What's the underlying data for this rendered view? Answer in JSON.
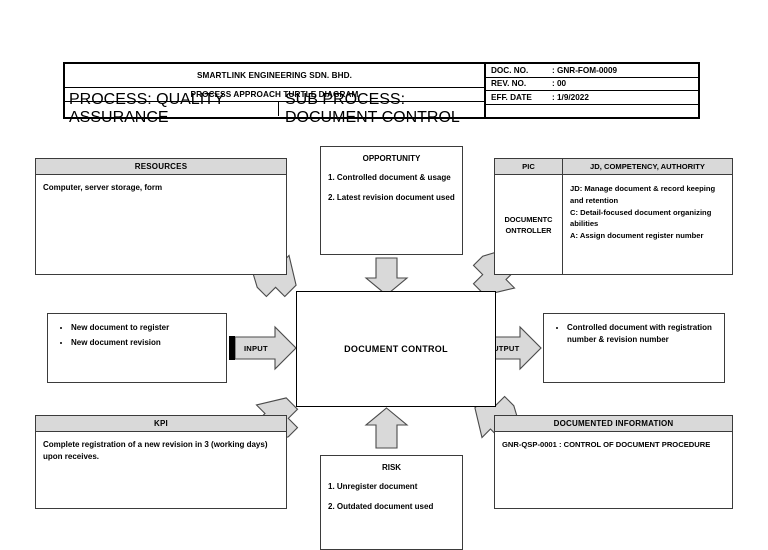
{
  "header": {
    "company": "SMARTLINK ENGINEERING SDN. BHD.",
    "doc_title": "PROCESS APPROACH TURTLE DIAGRAM",
    "process": "PROCESS: QUALITY ASSURANCE",
    "sub_process": "SUB PROCESS: DOCUMENT CONTROL",
    "fields": [
      {
        "label": "DOC. NO.",
        "value": ": GNR-FOM-0009"
      },
      {
        "label": "REV. NO.",
        "value": ": 00"
      },
      {
        "label": "EFF. DATE",
        "value": ": 1/9/2022"
      },
      {
        "label": "",
        "value": ""
      }
    ]
  },
  "diagram": {
    "center": "DOCUMENT CONTROL",
    "resources": {
      "title": "RESOURCES",
      "text": "Computer, server storage, form"
    },
    "opportunity": {
      "title": "OPPORTUNITY",
      "items": [
        "1. Controlled document & usage",
        "2. Latest revision document used"
      ]
    },
    "pic": {
      "col1_header": "PIC",
      "col2_header": "JD, COMPETENCY, AUTHORITY",
      "person": "DOCUMENTC ONTROLLER",
      "details": [
        "JD: Manage document & record keeping and retention",
        "C: Detail-focused document organizing abilities",
        "A: Assign document register number"
      ]
    },
    "input": {
      "label": "INPUT",
      "items": [
        "New document to register",
        "New document revision"
      ]
    },
    "output": {
      "label": "OUTPUT",
      "items": [
        "Controlled document with registration number & revision number"
      ]
    },
    "kpi": {
      "title": "KPI",
      "text": "Complete registration of a new revision in 3 (working days) upon receives."
    },
    "risk": {
      "title": "RISK",
      "items": [
        "1. Unregister document",
        "2. Outdated document used"
      ]
    },
    "documented_information": {
      "title": "DOCUMENTED INFORMATION",
      "text": "GNR-QSP-0001 : CONTROL OF DOCUMENT PROCEDURE"
    }
  },
  "colors": {
    "shade": "#d9d9d9",
    "border": "#3b3b3b",
    "arrow_fill": "#d9d9d9"
  }
}
